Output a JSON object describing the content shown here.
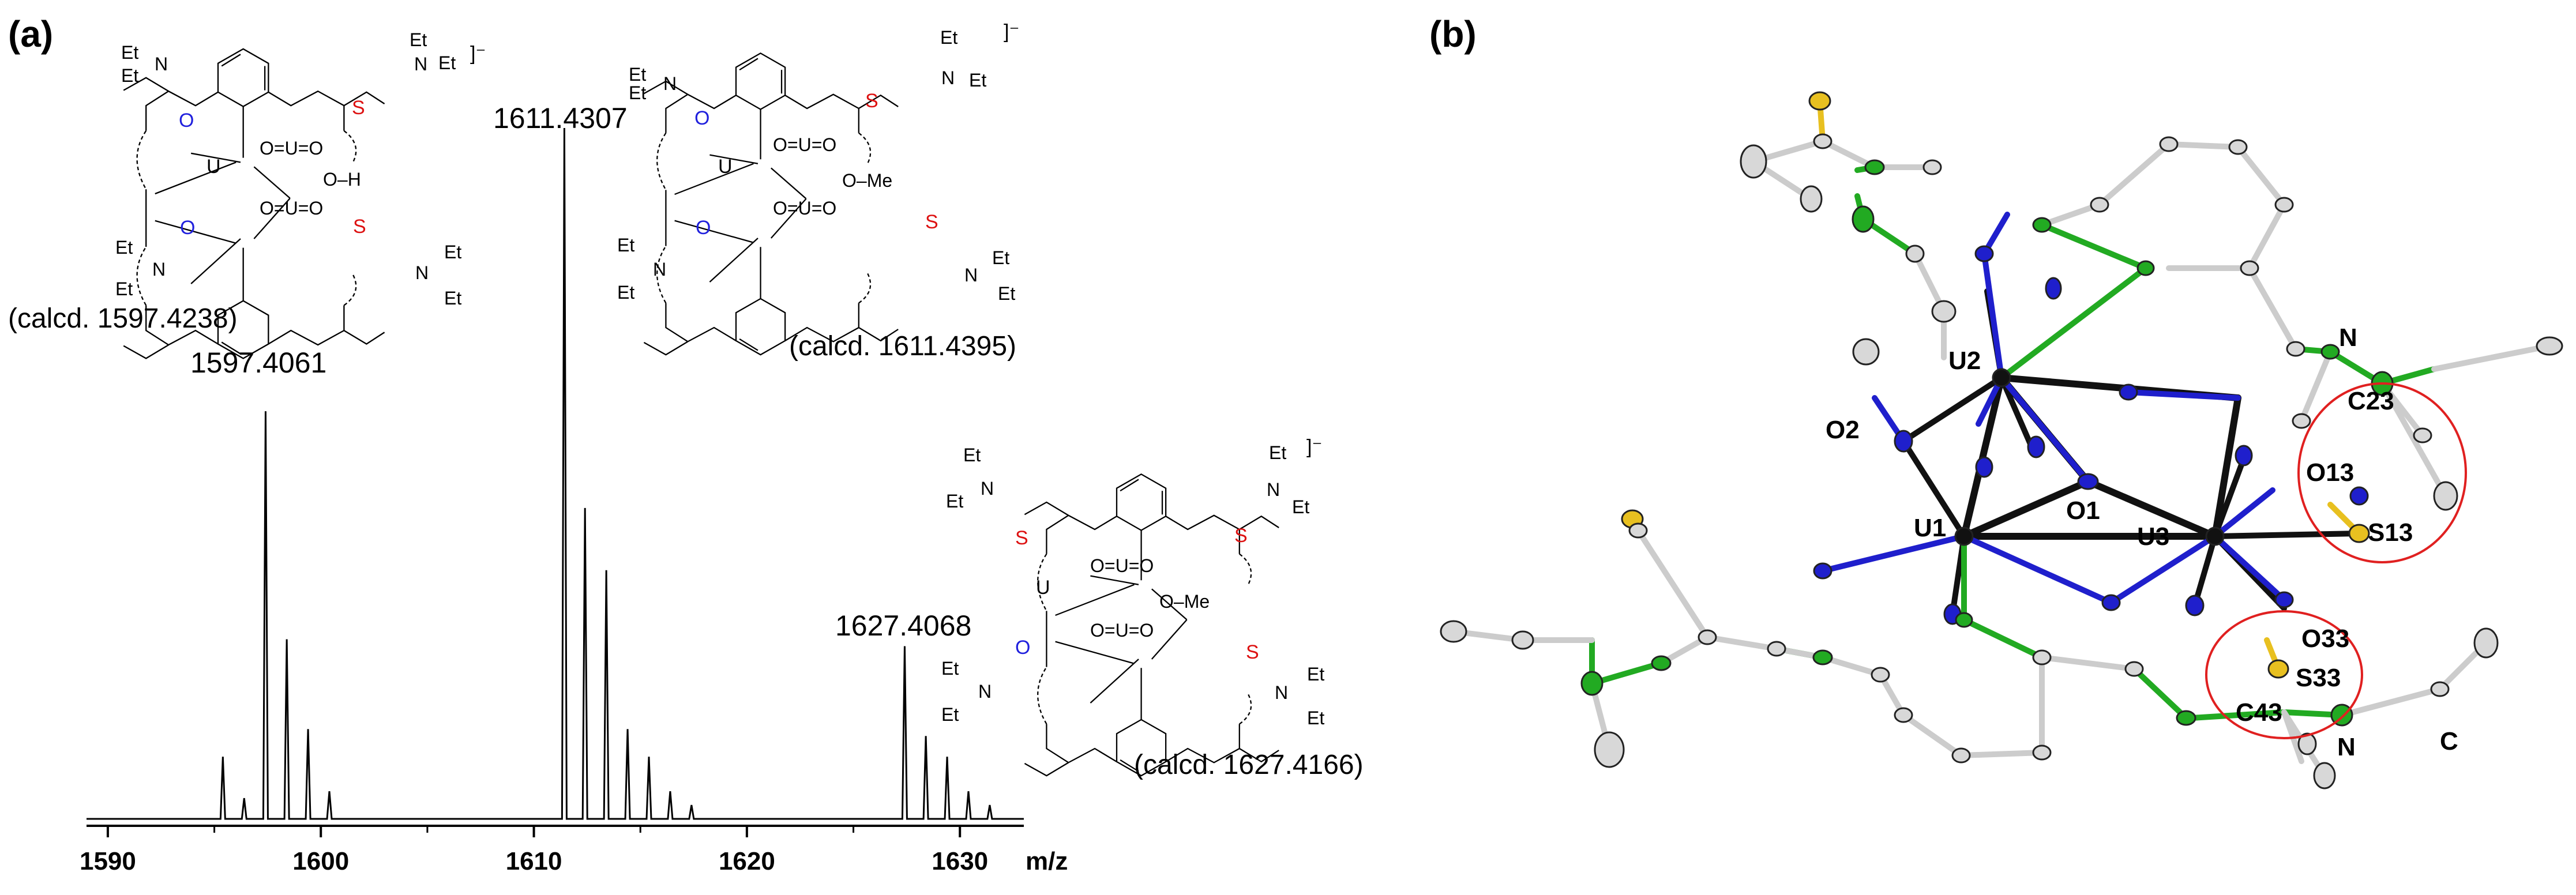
{
  "panels": {
    "a": "(a)",
    "b": "(b)"
  },
  "spectrum": {
    "xlabel": "m/z",
    "ticks": [
      "1590",
      "1600",
      "1610",
      "1620",
      "1630"
    ],
    "peaks": [
      {
        "label": "1597.4061",
        "calcd": "(calcd. 1597.4238)"
      },
      {
        "label": "1611.4307",
        "calcd": "(calcd. 1611.4395)"
      },
      {
        "label": "1627.4068",
        "calcd": "(calcd. 1627.4166)"
      }
    ]
  },
  "chart_data": {
    "type": "line",
    "xlabel": "m/z",
    "xlim": [
      1589,
      1633
    ],
    "x_ticks": [
      1590,
      1600,
      1610,
      1620,
      1630
    ],
    "series": [
      {
        "values": [
          [
            1595.4,
            0.09
          ],
          [
            1596.4,
            0.03
          ],
          [
            1597.4061,
            0.59
          ],
          [
            1598.4,
            0.26
          ],
          [
            1599.4,
            0.13
          ],
          [
            1600.4,
            0.04
          ],
          [
            1611.4307,
            1.0
          ],
          [
            1612.4,
            0.45
          ],
          [
            1613.4,
            0.36
          ],
          [
            1614.4,
            0.13
          ],
          [
            1615.4,
            0.09
          ],
          [
            1616.4,
            0.04
          ],
          [
            1617.4,
            0.02
          ],
          [
            1627.4068,
            0.25
          ],
          [
            1628.4,
            0.12
          ],
          [
            1629.4,
            0.09
          ],
          [
            1630.4,
            0.04
          ],
          [
            1631.4,
            0.02
          ]
        ]
      }
    ]
  },
  "chem": {
    "et": "Et",
    "n": "N",
    "o": "O",
    "s": "S",
    "u": "U",
    "uo": "O=U=O",
    "oh": "O–H",
    "ome": "O–Me",
    "charge": "]⁻"
  },
  "crystal": {
    "labels": [
      "U1",
      "U2",
      "U3",
      "O1",
      "O2",
      "O13",
      "O33",
      "S13",
      "S33",
      "C23",
      "C43",
      "N",
      "N",
      "C"
    ]
  },
  "colors": {
    "uranium": "#111111",
    "oxygen": "#1f1fcc",
    "nitrogen": "#22aa22",
    "sulfur": "#e8c020",
    "carbon": "#c8c8c8",
    "highlight": "#e02020",
    "oxygen_text": "#2020dd",
    "sulfur_text": "#dd1111"
  }
}
